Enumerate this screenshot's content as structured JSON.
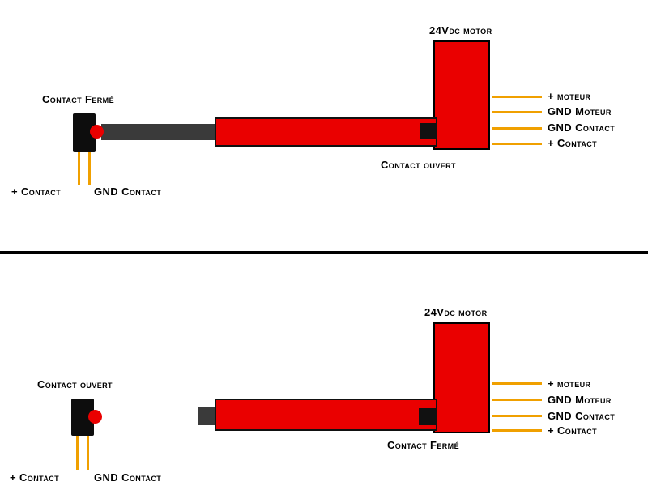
{
  "colors": {
    "red": "#ea0000",
    "orange": "#f0a000",
    "rod": "#3a3a3a"
  },
  "diagrams": [
    {
      "motor_label": "24Vdc motor",
      "switch_label": "Contact Fermé",
      "motor_switch_label": "Contact ouvert",
      "motor_wires": [
        "+ moteur",
        "GND Moteur",
        "GND Contact",
        "+ Contact"
      ],
      "switch_wires": [
        "+ Contact",
        "GND Contact"
      ]
    },
    {
      "motor_label": "24Vdc motor",
      "switch_label": "Contact ouvert",
      "motor_switch_label": "Contact Fermé",
      "motor_wires": [
        "+ moteur",
        "GND Moteur",
        "GND Contact",
        "+ Contact"
      ],
      "switch_wires": [
        "+ Contact",
        "GND Contact"
      ]
    }
  ]
}
